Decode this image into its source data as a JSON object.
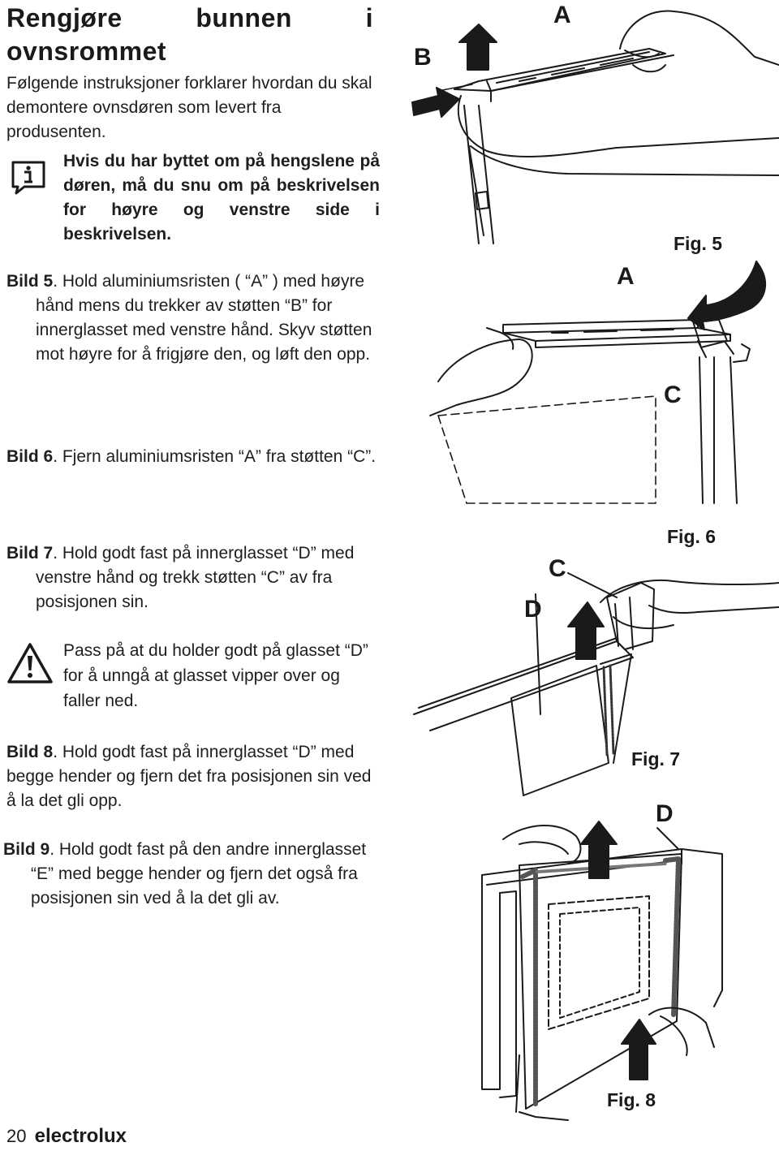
{
  "title": "Rengjøre bunnen i ovnsrommet",
  "intro": "Følgende instruksjoner forklarer hvordan du skal demontere ovnsdøren som levert fra produsenten.",
  "info_note": "Hvis du har byttet om på hengslene på døren, må du snu om på beskrivelsen for høyre og venstre side i beskrivelsen.",
  "steps": [
    {
      "label": "Bild 5",
      "text": ". Hold aluminiumsristen ( “A” ) med høyre hånd mens du trekker av støtten “B” for innerglasset med venstre hånd. Skyv støtten mot høyre for å frigjøre den, og løft den opp."
    },
    {
      "label": "Bild 6",
      "text": ". Fjern aluminiumsristen “A” fra støtten “C”."
    },
    {
      "label": "Bild 7",
      "text": ". Hold godt fast på innerglasset “D” med venstre hånd og trekk støtten “C” av fra posisjonen sin."
    },
    {
      "label": "Bild 8",
      "text": ". Hold godt fast på innerglasset “D” med begge hender og fjern det fra posisjonen sin ved å la det gli opp."
    },
    {
      "label": "Bild 9",
      "text": ". Hold godt fast på den andre innerglasset “E” med begge hender og fjern det også fra posisjonen sin ved å la det gli av."
    }
  ],
  "warning": "Pass på at du holder godt på glasset “D” for å unngå at glasset vipper over og faller ned.",
  "figures": {
    "fig5": {
      "label": "Fig. 5",
      "letters": [
        "A",
        "B",
        "A",
        "C"
      ]
    },
    "fig6": {
      "label": "Fig. 6",
      "letters": [
        "C",
        "D"
      ]
    },
    "fig7": {
      "label": "Fig. 7",
      "letters": [
        "D"
      ]
    },
    "fig8": {
      "label": "Fig. 8"
    }
  },
  "footer": {
    "page_number": "20",
    "brand": "electrolux"
  },
  "icons": {
    "info": "info-icon",
    "warning": "warning-icon"
  }
}
